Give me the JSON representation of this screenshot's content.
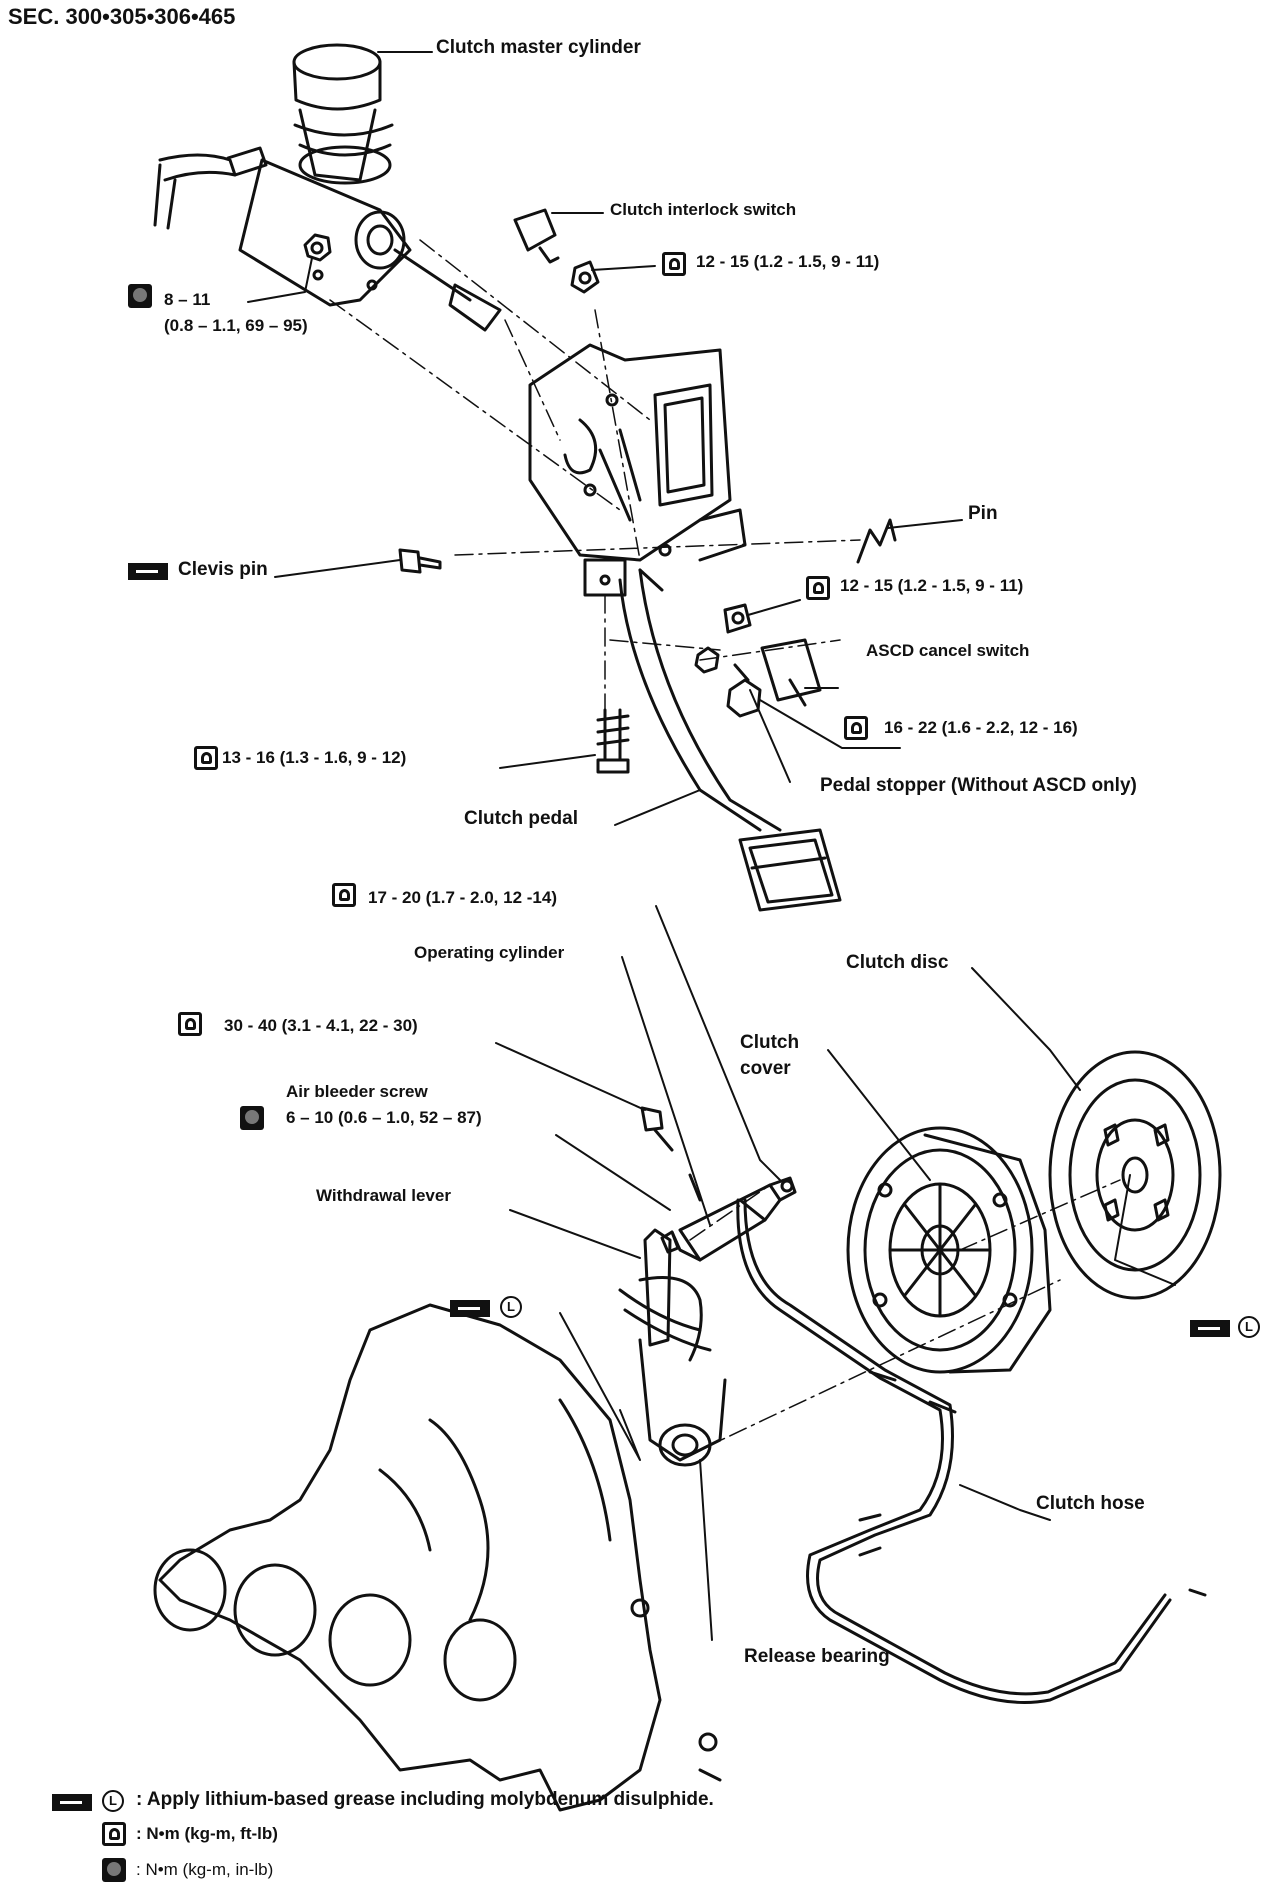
{
  "section": "SEC. 300•305•306•465",
  "labels": {
    "master_cylinder": "Clutch master cylinder",
    "interlock_switch": "Clutch interlock switch",
    "interlock_torque": "12 - 15 (1.2 - 1.5, 9 - 11)",
    "nut_torque_line1": "8 – 11",
    "nut_torque_line2": "(0.8 – 1.1, 69 – 95)",
    "pin": "Pin",
    "clevis_pin": "Clevis pin",
    "pin_nut_torque": "12 - 15 (1.2 - 1.5, 9 - 11)",
    "ascd_cancel_switch": "ASCD cancel switch",
    "stopper_torque": "16 - 22 (1.6 - 2.2, 12 - 16)",
    "pedal_stopper": "Pedal stopper (Without ASCD only)",
    "bracket_bolt_torque": "13 - 16 (1.3 - 1.6, 9 - 12)",
    "clutch_pedal": "Clutch pedal",
    "hose_fitting_torque": "17 - 20 (1.7 - 2.0, 12 -14)",
    "operating_cylinder": "Operating cylinder",
    "clutch_disc": "Clutch disc",
    "cylinder_bolt_torque": "30 - 40 (3.1 - 4.1, 22 - 30)",
    "clutch_cover_line1": "Clutch",
    "clutch_cover_line2": "cover",
    "air_bleeder_screw": "Air bleeder screw",
    "bleeder_torque": "6 – 10 (0.6 – 1.0, 52 – 87)",
    "withdrawal_lever": "Withdrawal lever",
    "clutch_hose": "Clutch hose",
    "release_bearing": "Release bearing"
  },
  "legend": {
    "grease": ": Apply lithium-based grease including molybdenum disulphide.",
    "torque": ": N•m (kg-m, ft-lb)",
    "torque_in": ": N•m (kg-m, in-lb)"
  },
  "icons": {
    "torque": "torque-wrench-icon",
    "torque_in": "torque-wrench-inlb-icon",
    "grease": "grease-gun-icon",
    "lithium": "lithium-grease-circle-icon",
    "lithium_letter": "L"
  }
}
